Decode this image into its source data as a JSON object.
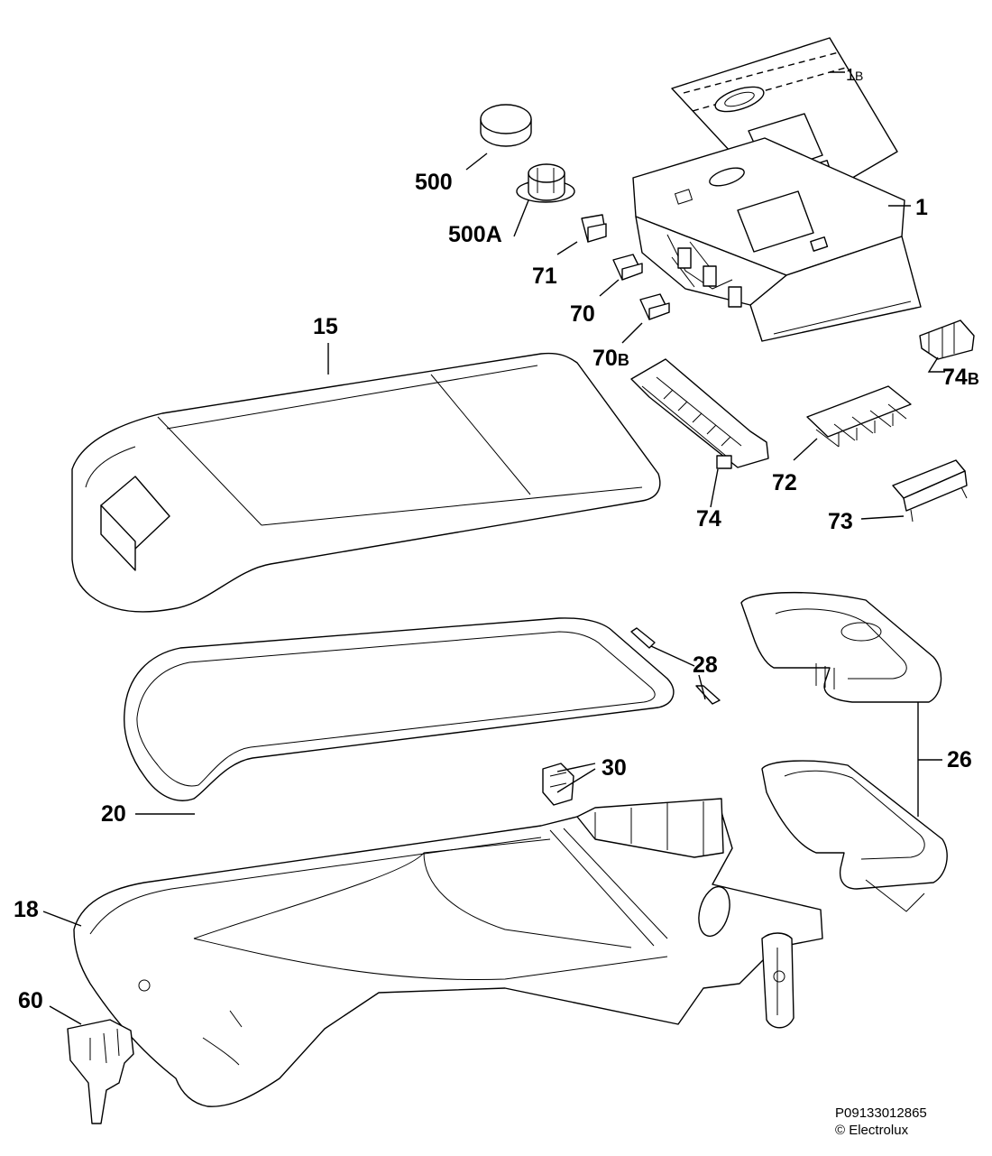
{
  "parts": [
    {
      "id": "1",
      "label": "1"
    },
    {
      "id": "1B",
      "label": "1",
      "suffix": "B"
    },
    {
      "id": "15",
      "label": "15"
    },
    {
      "id": "18",
      "label": "18"
    },
    {
      "id": "20",
      "label": "20"
    },
    {
      "id": "26",
      "label": "26"
    },
    {
      "id": "28",
      "label": "28"
    },
    {
      "id": "30",
      "label": "30"
    },
    {
      "id": "60",
      "label": "60"
    },
    {
      "id": "70",
      "label": "70"
    },
    {
      "id": "70B",
      "label": "70",
      "suffix": "B"
    },
    {
      "id": "71",
      "label": "71"
    },
    {
      "id": "72",
      "label": "72"
    },
    {
      "id": "73",
      "label": "73"
    },
    {
      "id": "74",
      "label": "74"
    },
    {
      "id": "74B",
      "label": "74",
      "suffix": "B"
    },
    {
      "id": "500",
      "label": "500"
    },
    {
      "id": "500A",
      "label": "500A"
    }
  ],
  "footer": {
    "code": "P09133012865",
    "copyright": "© Electrolux"
  }
}
